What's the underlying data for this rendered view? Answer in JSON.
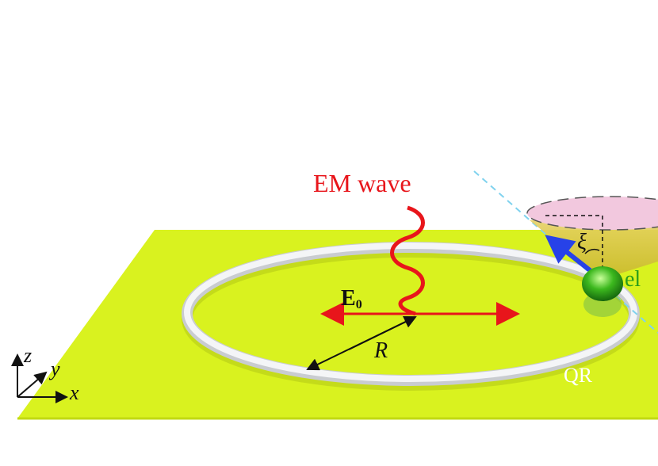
{
  "labels": {
    "em_wave": "EM wave",
    "field_symbol": "E",
    "field_subscript": "0",
    "radius": "R",
    "angle": "ξ",
    "electron_partial": "el",
    "ring_label": "QR",
    "axis_z": "z",
    "axis_y": "y",
    "axis_x": "x"
  },
  "colors": {
    "substrate": "#d9f21f",
    "substrate_edge": "#c2da12",
    "wave": "#e8151b",
    "ring": "#e9ecef",
    "electron": "#3cb81e",
    "spin_arrow": "#2742e8",
    "cone": "#f2c8de",
    "axis_dashed": "#7fd2ee",
    "label_red": "#e8151b",
    "label_green": "#2a9d1a",
    "label_white": "#ffffff",
    "label_black": "#111111"
  }
}
